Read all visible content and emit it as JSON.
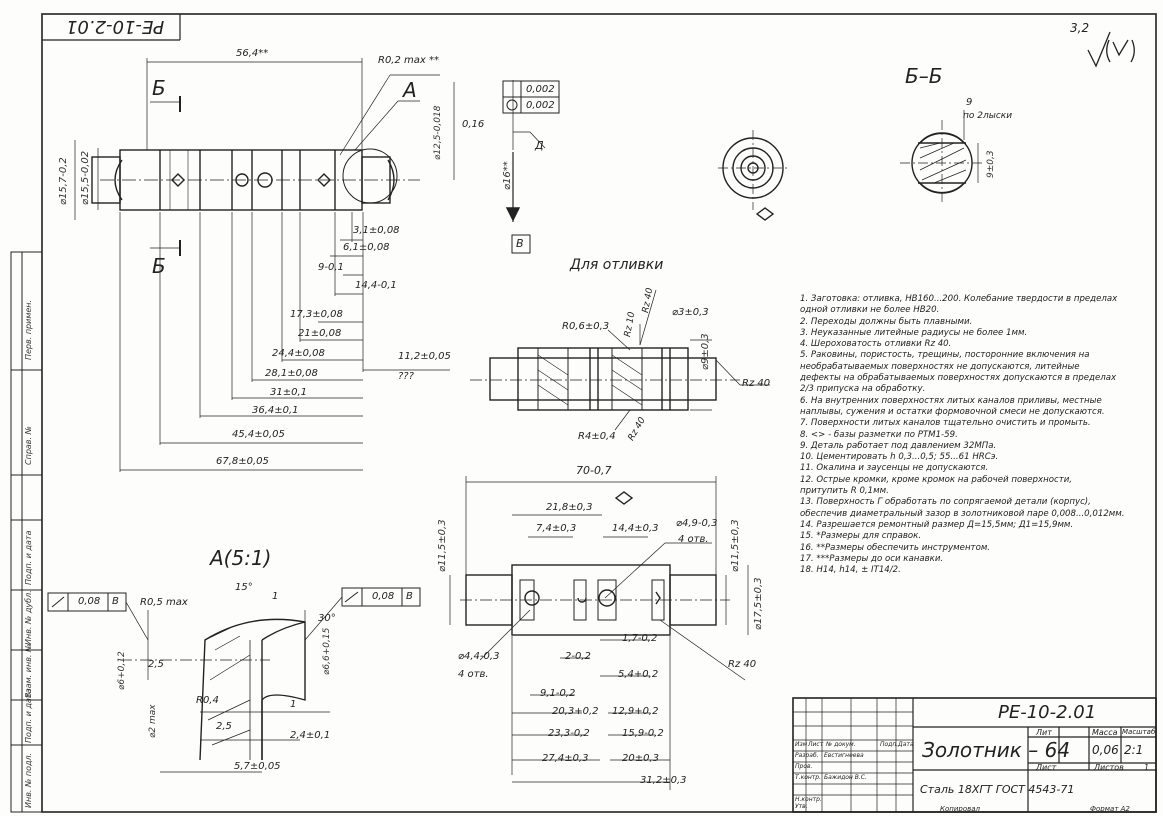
{
  "designation": "РЕ-10-2.01",
  "designation_corner": "РЕ-10-2.01",
  "roughness_mark": "3,2",
  "part_name": "Золотник – 64",
  "material": "Сталь 18ХГТ ГОСТ 4543-71",
  "title_block": {
    "lit_header": "Лит",
    "mass_header": "Масса",
    "scale_header": "Масштаб",
    "mass": "0,06",
    "scale": "2:1",
    "sheet_label": "Лист",
    "sheets_label": "Листов",
    "sheets_count": "1",
    "rows": [
      "Изм",
      "Лист",
      "№ докум.",
      "Подп.",
      "Дата"
    ],
    "razrab": "Разраб.",
    "razrab_name": "Евстигнеева",
    "prov": "Пров.",
    "tkontr": "Т.контр.",
    "tkontr_name": "Бажидон В.С.",
    "nkontr": "Н.контр.",
    "utv": "Утв.",
    "kopiroval": "Копировал",
    "format": "Формат  А2"
  },
  "side_stamps": [
    "Перв. примен.",
    "Справ. №",
    "Подп. и дата",
    "Инв. № дубл.",
    "Взам. инв. №",
    "Подп. и дата",
    "Инв. № подл."
  ],
  "views": {
    "section_bb": "Б–Б",
    "detail_a": "А(5:1)",
    "casting": "Для отливки",
    "label_a": "А",
    "label_b1": "Б",
    "label_b2": "Б",
    "label_v": "В",
    "label_d": "Д"
  },
  "dims_main": {
    "d56": "56,4**",
    "r02": "R0,2 max **",
    "tol1": "0,002",
    "tol2": "0,002",
    "d125": "⌀12,5-0,018",
    "d016": "0,16",
    "d16": "⌀16**",
    "d157": "⌀15,7-0,2",
    "d155": "⌀15,5-0,02",
    "d31": "3,1±0,08",
    "d61": "6,1±0,08",
    "d9": "9-0,1",
    "d144": "14,4-0,1",
    "d173": "17,3±0,08",
    "d21": "21±0,08",
    "d244": "24,4±0,08",
    "d281": "28,1±0,08",
    "d31b": "31±0,1",
    "d364": "36,4±0,1",
    "d454": "45,4±0,05",
    "d678": "67,8±0,05",
    "d112": "11,2±0,05",
    "qqq": "???"
  },
  "dims_bb": {
    "d9": "9",
    "flats": "по 2лыски",
    "d903": "9±0,3"
  },
  "dims_casting": {
    "rz40a": "Rz 40",
    "rz10": "Rz 10",
    "r06": "R0,6±0,3",
    "d3": "⌀3±0,3",
    "d9": "⌀9±0,3",
    "rz40b": "Rz 40",
    "r4": "R4±0,4",
    "rz40c": "Rz 40"
  },
  "dims_bottom": {
    "d70": "70-0,7",
    "d218": "21,8±0,3",
    "d74": "7,4±0,3",
    "d144": "14,4±0,3",
    "d49": "⌀4,9-0,3",
    "otv1": "4 отв.",
    "d115a": "⌀11,5±0,3",
    "d115b": "⌀11,5±0,3",
    "d175": "⌀17,5±0,3",
    "d44": "⌀4,4-0,3",
    "otv2": "4 отв.",
    "d17": "1,7-0,2",
    "d2": "2-0,2",
    "d54": "5,4+0,2",
    "d91": "9,1-0,2",
    "d203": "20,3+0,2",
    "d129": "12,9+0,2",
    "d233": "23,3-0,2",
    "d159": "15,9-0,2",
    "d274": "27,4±0,3",
    "d20": "20±0,3",
    "d312": "31,2±0,3",
    "rz40": "Rz 40"
  },
  "dims_detail": {
    "tol_left": "0,08",
    "tol_left_b": "В",
    "tol_right": "0,08",
    "tol_right_b": "В",
    "r05": "R0,5 max",
    "a15": "15°",
    "d1a": "1",
    "a30": "30°",
    "d25a": "2,5",
    "d6": "⌀6+0,12",
    "d66": "⌀6,6+0,15",
    "r04": "R0,4",
    "d2max": "⌀2 max",
    "d25b": "2,5",
    "d1b": "1",
    "d24": "2,4±0,1",
    "d57": "5,7±0,05"
  },
  "notes": [
    "1. Заготовка: отливка, НВ160...200. Колебание твердости в пределах",
    "одной отливки не более НВ20.",
    "2. Переходы должны быть плавными.",
    "3. Неуказанные литейные радиусы не более 1мм.",
    "4. Шероховатость отливки Rz 40.",
    "5. Раковины, пористость, трещины, посторонние включения на",
    "необрабатываемых поверхностях не допускаются, литейные",
    "дефекты на обрабатываемых поверхностях допускаются в пределах",
    "2/3 припуска на обработку.",
    "6. На внутренних поверхностях литых каналов приливы, местные",
    "наплывы, сужения и остатки формовочной смеси не допускаются.",
    "7. Поверхности литых каналов тщательно очистить и промыть.",
    "8. <> - базы разметки по РТМ1-59.",
    "9. Деталь работает под давлением 32МПа.",
    "10. Цементировать h 0,3...0,5; 55...61 HRCэ.",
    "11. Окалина и заусенцы не допускаются.",
    "12. Острые кромки, кроме кромок на рабочей поверхности,",
    "притупить R 0,1мм.",
    "13. Поверхность Г обработать по сопрягаемой детали (корпус),",
    "обеспечив диаметральный зазор в золотниковой паре 0,008...0,012мм.",
    "14. Разрешается ремонтный размер Д=15,5мм; Д1=15,9мм.",
    "15. *Размеры для справок.",
    "16. **Размеры обеспечить инструментом.",
    "17. ***Размеры до оси канавки.",
    "18. Н14, h14, ± IT14/2."
  ]
}
